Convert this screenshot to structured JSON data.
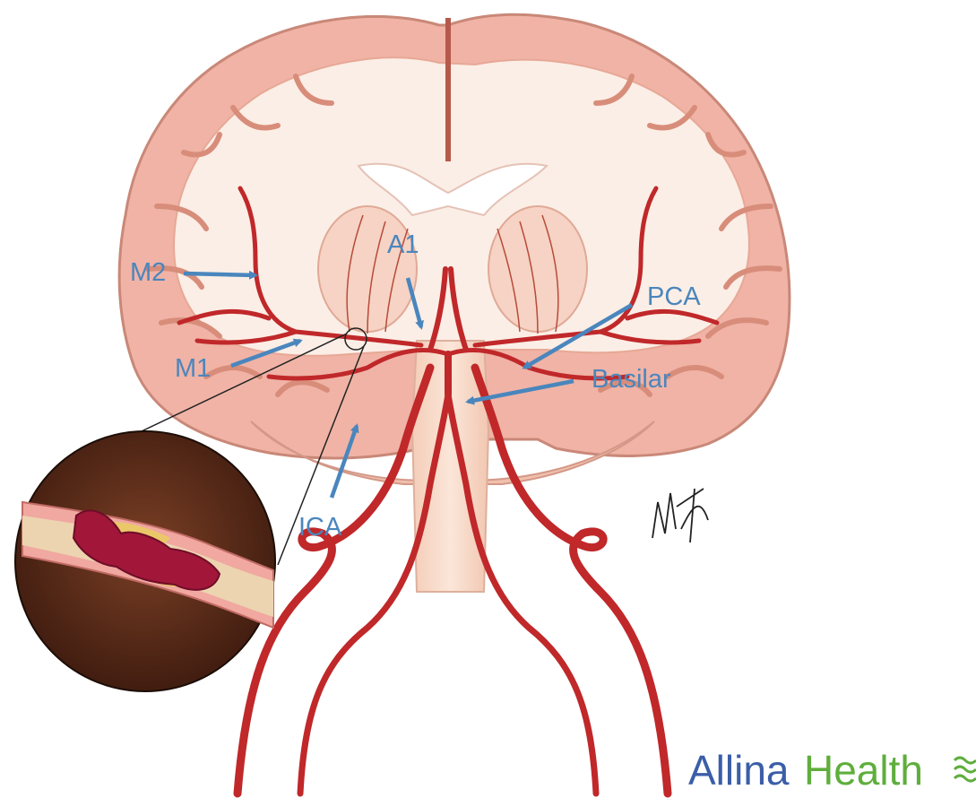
{
  "labels": {
    "m2": "M2",
    "m1": "M1",
    "a1": "A1",
    "pca": "PCA",
    "basilar": "Basilar",
    "ica": "ICA"
  },
  "logo": {
    "word1": "Allina",
    "word2": "Health",
    "mark_icon": "allina-wave-mark",
    "colors": {
      "word1": "#3b5ea8",
      "word2": "#5fae3d"
    }
  },
  "colors": {
    "label": "#4a86bd",
    "artery": "#c0282a",
    "cortex": "#f0b3a6",
    "white_matter": "#fbeee6",
    "clot": "#a2163a",
    "plaque": "#eac86a"
  }
}
